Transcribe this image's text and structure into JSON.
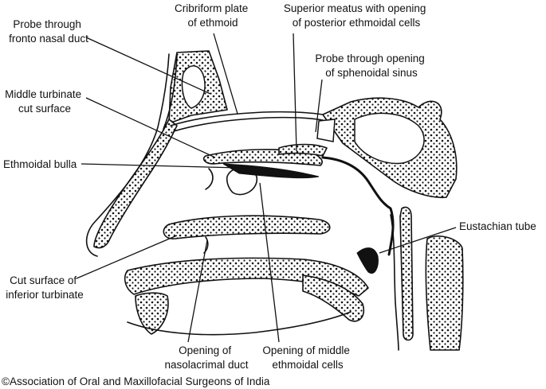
{
  "labels": {
    "cribriform": [
      "Cribriform plate",
      "of ethmoid"
    ],
    "superior_meatus": [
      "Superior meatus with opening",
      "of posterior ethmoidal cells"
    ],
    "probe_fronto": [
      "Probe through",
      "fronto nasal duct"
    ],
    "probe_sphenoid": [
      "Probe through opening",
      "of sphenoidal sinus"
    ],
    "middle_turbinate": [
      "Middle turbinate",
      "cut surface"
    ],
    "ethmoidal_bulla": [
      "Ethmoidal bulla"
    ],
    "eustachian": [
      "Eustachian tube"
    ],
    "inferior_turbinate": [
      "Cut surface of",
      "inferior turbinate"
    ],
    "nasolacrimal": [
      "Opening of",
      "nasolacrimal duct"
    ],
    "middle_ethmoidal": [
      "Opening of middle",
      "ethmoidal cells"
    ]
  },
  "copyright": "©Association of Oral and Maxillofacial Surgeons of India",
  "colors": {
    "ink": "#111111",
    "background": "#ffffff"
  }
}
